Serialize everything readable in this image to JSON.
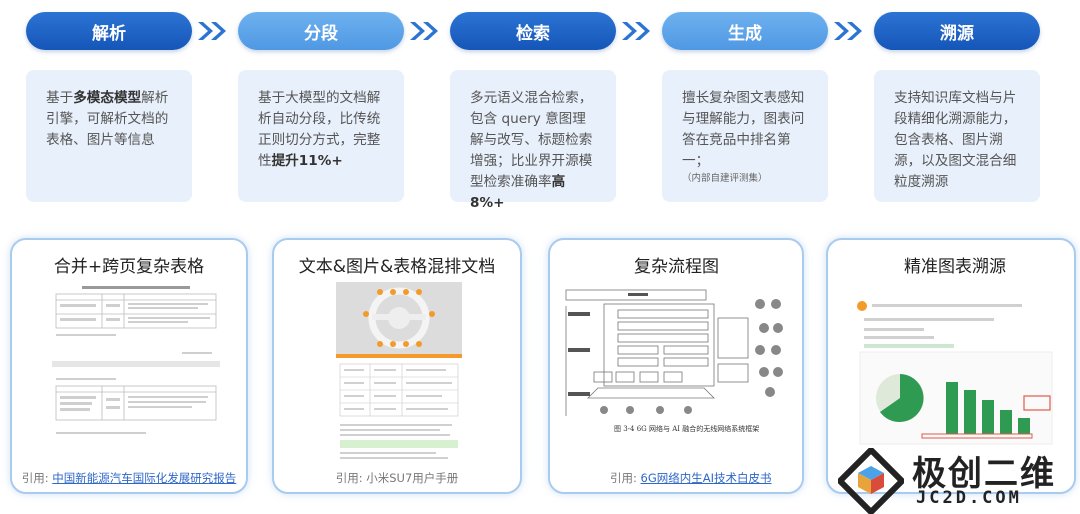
{
  "pipeline": {
    "steps": [
      {
        "label": "解析"
      },
      {
        "label": "分段"
      },
      {
        "label": "检索"
      },
      {
        "label": "生成"
      },
      {
        "label": "溯源"
      }
    ],
    "desc": {
      "parse": {
        "t1": "基于",
        "b1": "多模态模型",
        "t2": "解析引擎，可解析文档的表格、图片等信息"
      },
      "segment": {
        "t1": "基于大模型的文档解析自动分段，比传统正则切分方式，完整性",
        "b1": "提升11%+"
      },
      "search": {
        "t1": "多元语义混合检索，包含 query 意图理解与改写、标题检索增强；比业界开源模型检索准确率",
        "b1": "高8%+"
      },
      "generate": {
        "t1": "擅长复杂图文表感知与理解能力，图表问答在竞品中排名第一；",
        "small": "（内部自建评测集）"
      },
      "trace": {
        "t1": "支持知识库文档与片段精细化溯源能力，包含表格、图片溯源，以及图文混合细粒度溯源"
      }
    }
  },
  "cards": [
    {
      "title": "合并+跨页复杂表格",
      "cite_prefix": "引用:",
      "cite_link": "中国新能源汽车国际化发展研究报告"
    },
    {
      "title": "文本&图片&表格混排文档",
      "cite_prefix": "引用:",
      "cite_link": "小米SU7用户手册"
    },
    {
      "title": "复杂流程图",
      "cite_prefix": "引用:",
      "cite_link": "6G网络内生AI技术白皮书"
    },
    {
      "title": "精准图表溯源",
      "cite_prefix": "",
      "cite_link": ""
    }
  ],
  "flow_caption": "图 3-4  6G 网络与 AI 融合的无线网络系统框架",
  "logo": {
    "name": "极创二维",
    "url": "JC2D.COM"
  },
  "colors": {
    "primary": "#1556b8",
    "light": "#4f98e3",
    "desc_bg": "#e8f0fb",
    "card_border": "#a9cbee",
    "link": "#2f68c8"
  }
}
